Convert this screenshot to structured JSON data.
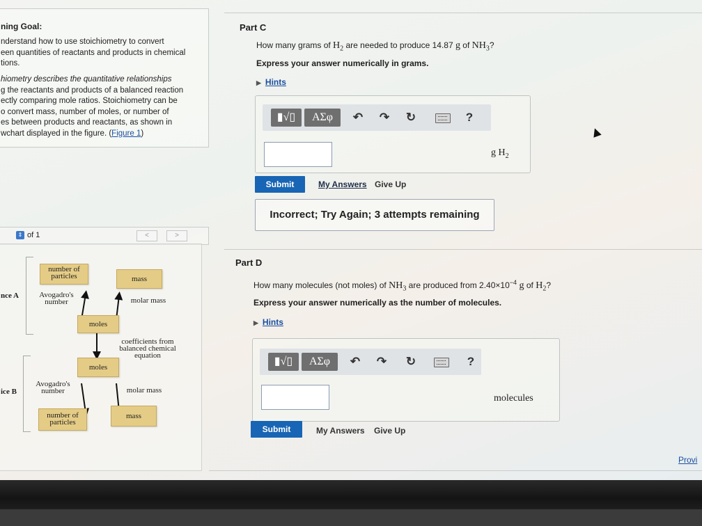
{
  "goal": {
    "title": "ning Goal:",
    "intro_lines": [
      "nderstand how to use stoichiometry to convert",
      "een quantities of reactants and products in chemical",
      "tions."
    ],
    "body_lines": [
      "hiometry describes the quantitative relationships",
      "g the reactants and products of a balanced reaction",
      "ectly comparing mole ratios. Stoichiometry can be",
      "o convert mass, number of moles, or number of",
      "es between products and reactants, as shown in",
      "wchart displayed in the figure. ("
    ],
    "figure_link": "Figure 1",
    "figure_link_close": ")"
  },
  "figure_nav": {
    "page_text": "of 1",
    "prev": "<",
    "next": ">"
  },
  "flowchart": {
    "side_a": "nce A",
    "side_b": "ice B",
    "top_particles": "number of particles",
    "top_mass": "mass",
    "avogadro_top": "Avogadro's number",
    "molar_mass_top": "molar mass",
    "moles_top": "moles",
    "coefficients": "coefficients from balanced chemical equation",
    "moles_bottom": "moles",
    "avogadro_bottom": "Avogadro's number",
    "molar_mass_bottom": "molar mass",
    "bottom_particles": "number of particles",
    "bottom_mass": "mass"
  },
  "part_c": {
    "title": "Part C",
    "question_pre": "How many grams of ",
    "question_h": "H",
    "question_h_sub": "2",
    "question_mid": " are needed to produce 14.87 ",
    "question_g": "g",
    "question_of": " of ",
    "question_nh": "NH",
    "question_nh_sub": "3",
    "question_end": "?",
    "instruction": "Express your answer numerically in grams.",
    "hints": "Hints",
    "input_value": "",
    "unit": "g H",
    "unit_sub": "2",
    "submit": "Submit",
    "my_answers": "My Answers",
    "give_up": "Give Up",
    "feedback": "Incorrect; Try Again; 3 attempts remaining"
  },
  "part_d": {
    "title": "Part D",
    "question_pre": "How many molecules (not moles) of ",
    "question_nh": "NH",
    "question_nh_sub": "3",
    "question_mid": " are produced from 2.40×10",
    "question_exp": "−4",
    "question_g": " g",
    "question_of": " of ",
    "question_h": "H",
    "question_h_sub": "2",
    "question_end": "?",
    "instruction": "Express your answer numerically as the number of molecules.",
    "hints": "Hints",
    "input_value": "",
    "unit": "molecules",
    "submit": "Submit",
    "my_answers": "My Answers",
    "give_up": "Give Up"
  },
  "toolbar": {
    "templates": "▮√▯",
    "symbols": "ΑΣφ",
    "undo": "↶",
    "redo": "↷",
    "reset": "↻",
    "help": "?"
  },
  "footer": {
    "provide": "Provi"
  }
}
